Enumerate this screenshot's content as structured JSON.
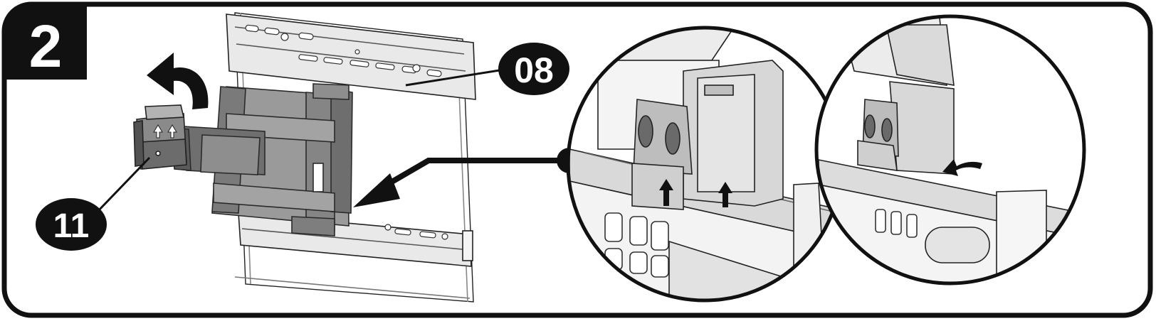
{
  "step": {
    "number": "2"
  },
  "callouts": [
    {
      "id": "callout-08",
      "label": "08"
    },
    {
      "id": "callout-11",
      "label": "11"
    }
  ],
  "colors": {
    "outline": "#111111",
    "part_gray": "#8a8a8a",
    "part_dark": "#4a4a4a",
    "part_light": "#cfcfcf",
    "background": "#ffffff"
  },
  "icons": [
    "rotate-arrow-icon",
    "pointer-arrow-icon",
    "up-arrow-icon",
    "curved-arrow-icon"
  ]
}
